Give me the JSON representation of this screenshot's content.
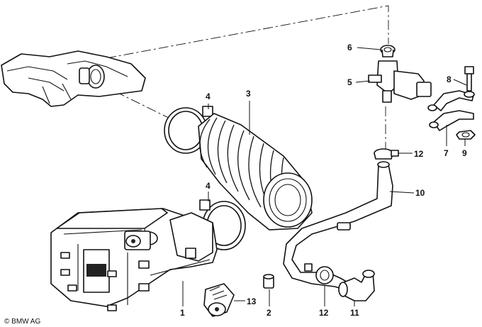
{
  "copyright": "© BMW AG",
  "callouts": [
    {
      "id": "1",
      "text": "1"
    },
    {
      "id": "2",
      "text": "2"
    },
    {
      "id": "3",
      "text": "3"
    },
    {
      "id": "4a",
      "text": "4"
    },
    {
      "id": "4b",
      "text": "4"
    },
    {
      "id": "5",
      "text": "5"
    },
    {
      "id": "6",
      "text": "6"
    },
    {
      "id": "7",
      "text": "7"
    },
    {
      "id": "8",
      "text": "8"
    },
    {
      "id": "9",
      "text": "9"
    },
    {
      "id": "10",
      "text": "10"
    },
    {
      "id": "11",
      "text": "11"
    },
    {
      "id": "12a",
      "text": "12"
    },
    {
      "id": "12b",
      "text": "12"
    },
    {
      "id": "13",
      "text": "13"
    }
  ]
}
